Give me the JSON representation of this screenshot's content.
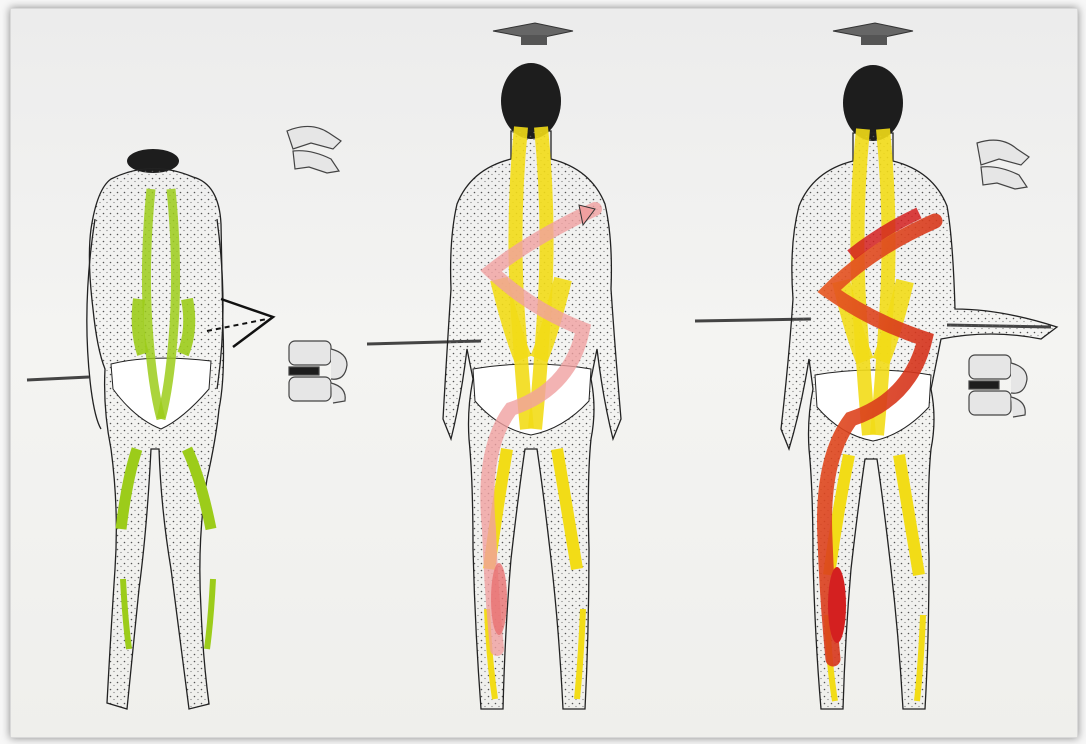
{
  "image": {
    "figures": [
      {
        "name": "figure-flexed-forward",
        "muscle_color": "#9ccc1a"
      },
      {
        "name": "figure-upright-spiral-light",
        "muscle_color": "#f2dc17",
        "spiral_color": "#f0a0a0"
      },
      {
        "name": "figure-upright-spiral-dark",
        "muscle_color": "#f2dc17",
        "spiral_color": "#d42020"
      }
    ],
    "icons": [
      "vertebra-icon",
      "graduation-cap-icon",
      "arrow-icon",
      "rod-icon"
    ]
  }
}
